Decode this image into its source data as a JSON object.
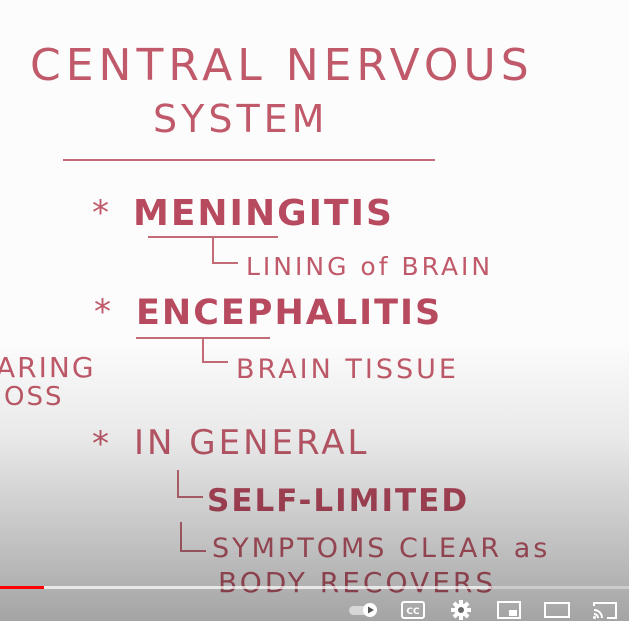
{
  "board": {
    "title_line1": "CENTRAL NERVOUS",
    "title_line2": "SYSTEM",
    "bullet": "*",
    "item1": {
      "term": "MENINGITIS",
      "detail": "LINING of BRAIN"
    },
    "item2": {
      "term": "ENCEPHALITIS",
      "detail": "BRAIN TISSUE"
    },
    "cutoff": {
      "line1": "ARING",
      "line2": "OSS"
    },
    "item3": {
      "term": "IN GENERAL",
      "detail1": "SELF-LIMITED",
      "detail2_line1": "SYMPTOMS CLEAR as",
      "detail2_line2": "BODY RECOVERS"
    }
  },
  "player": {
    "progress_played": 0.07,
    "progress_buffered": 0.78,
    "icons": [
      "autoplay-toggle-icon",
      "captions-icon",
      "settings-gear-icon",
      "miniplayer-icon",
      "theater-mode-icon",
      "cast-icon"
    ],
    "captions_label": "CC"
  }
}
